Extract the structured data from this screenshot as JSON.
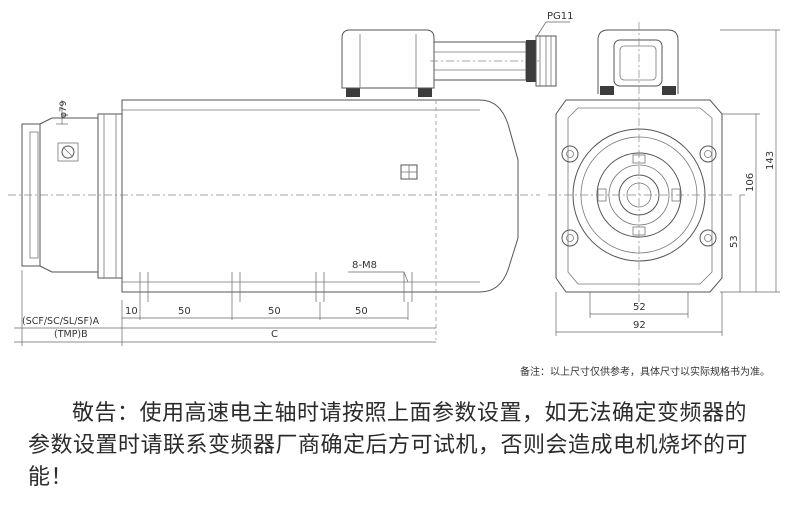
{
  "labels": {
    "pg11": "PG11",
    "phi79": "φ79",
    "m8": "8-M8",
    "dim_10": "10",
    "dim_50_a": "50",
    "dim_50_b": "50",
    "dim_50_c": "50",
    "dim_a": "(SCF/SC/SL/SF)A",
    "dim_b": "(TMP)B",
    "dim_c": "C",
    "dim_52": "52",
    "dim_92": "92",
    "dim_53": "53",
    "dim_106": "106",
    "dim_143": "143"
  },
  "footnote": "备注：以上尺寸仅供参考，具体尺寸以实际规格书为准。",
  "warning": "敬告：使用高速电主轴时请按照上面参数设置，如无法确定变频器的参数设置时请联系变频器厂商确定后方可试机，否则会造成电机烧坏的可能！"
}
